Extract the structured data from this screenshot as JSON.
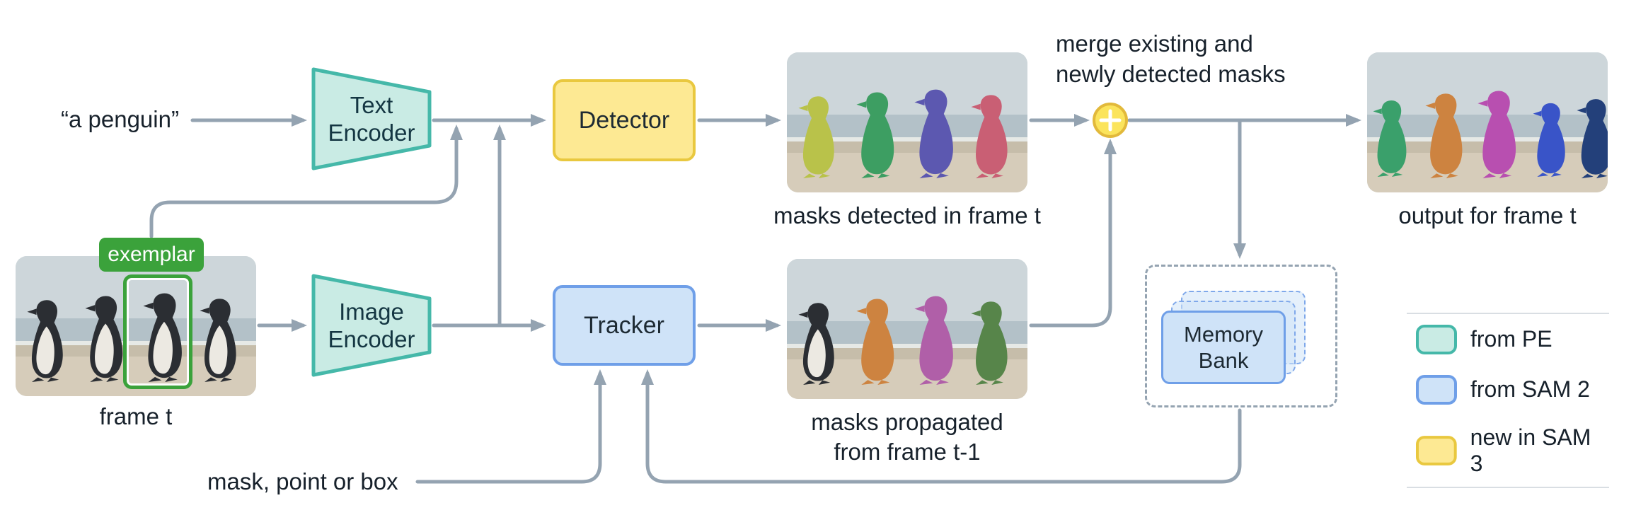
{
  "prompt": {
    "text": "“a penguin”"
  },
  "exemplar": {
    "label": "exemplar"
  },
  "nodes": {
    "text_encoder": {
      "line1": "Text",
      "line2": "Encoder"
    },
    "image_encoder": {
      "line1": "Image",
      "line2": "Encoder"
    },
    "detector": {
      "label": "Detector"
    },
    "tracker": {
      "label": "Tracker"
    },
    "memory_bank": {
      "line1": "Memory",
      "line2": "Bank"
    }
  },
  "captions": {
    "frame_t": "frame t",
    "masks_detected": "masks detected in frame t",
    "masks_propagated_line1": "masks propagated",
    "masks_propagated_line2": "from frame t-1",
    "output": "output for frame t"
  },
  "merge_note": {
    "line1": "merge existing and",
    "line2": "newly detected masks"
  },
  "inputs": {
    "mask_point_box": "mask, point or box"
  },
  "legend": {
    "items": [
      {
        "label": "from PE",
        "fill": "#C9EBE4",
        "border": "#45B8A9"
      },
      {
        "label": "from SAM 2",
        "fill": "#CFE3F8",
        "border": "#6F9FE8"
      },
      {
        "label": "new in SAM 3",
        "fill": "#FDE993",
        "border": "#E9C83F"
      }
    ]
  },
  "colors": {
    "arrow": "#94A3B1",
    "encoder_fill": "#C9EBE4",
    "encoder_border": "#45B8A9",
    "detector_fill": "#FDE993",
    "detector_border": "#E9C83F",
    "tracker_fill": "#CFE3F8",
    "tracker_border": "#6F9FE8",
    "merge_fill": "#FBE45C",
    "merge_border": "#E2B93B",
    "exemplar_green": "#3BA23B"
  },
  "images": {
    "frame_t": {
      "penguins": [
        "#2b2e33",
        "#2b2e33",
        "#2b2e33",
        "#2b2e33"
      ]
    },
    "masks_detected": {
      "penguins": [
        "#b9c24a",
        "#3d9e62",
        "#5c58b0",
        "#c95f74"
      ]
    },
    "masks_propagated": {
      "penguins": [
        "#2b2e33",
        "#cd8340",
        "#b05fa8",
        "#57854a"
      ]
    },
    "output": {
      "penguins": [
        "#3aa06b",
        "#cd8340",
        "#b84fb0",
        "#3954c8",
        "#23407a"
      ]
    }
  }
}
